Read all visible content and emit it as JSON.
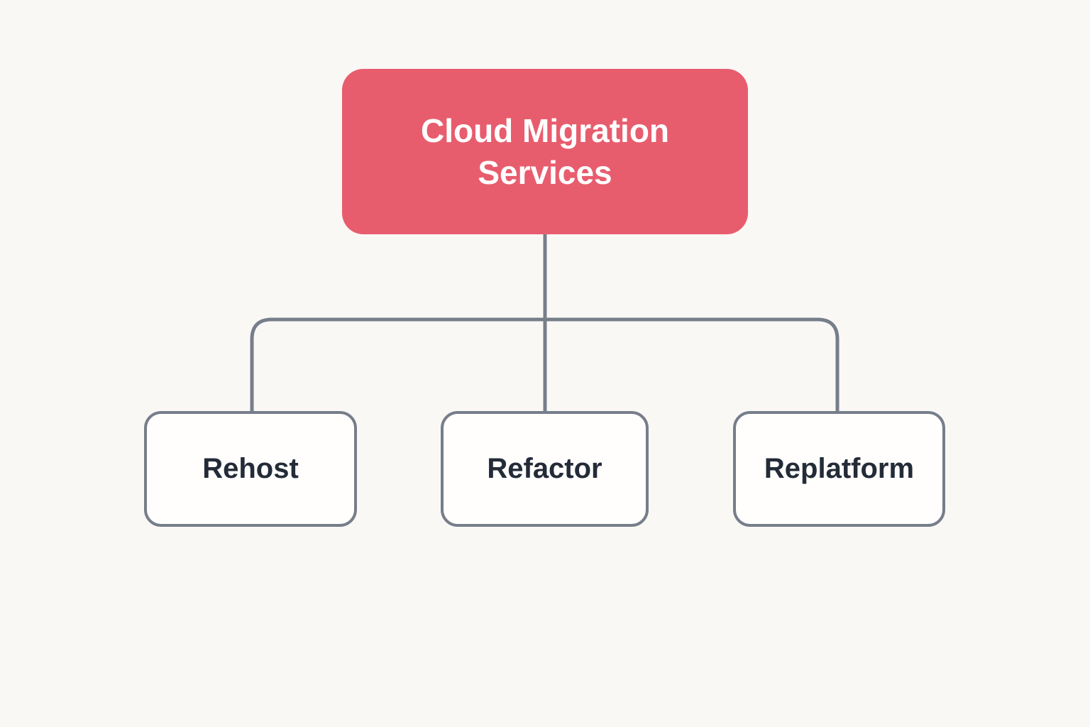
{
  "diagram": {
    "type": "tree",
    "root": {
      "label": "Cloud Migration Services"
    },
    "children": [
      {
        "label": "Rehost"
      },
      {
        "label": "Refactor"
      },
      {
        "label": "Replatform"
      }
    ],
    "edges": [
      {
        "from": "Cloud Migration Services",
        "to": "Rehost"
      },
      {
        "from": "Cloud Migration Services",
        "to": "Refactor"
      },
      {
        "from": "Cloud Migration Services",
        "to": "Replatform"
      }
    ],
    "colors": {
      "canvas_background": "#faf8f5",
      "root_fill": "#e85d6e",
      "root_text": "#ffffff",
      "child_fill": "#fffefd",
      "child_border": "#767e8a",
      "child_text": "#242b38",
      "connector": "#767e8a"
    }
  }
}
